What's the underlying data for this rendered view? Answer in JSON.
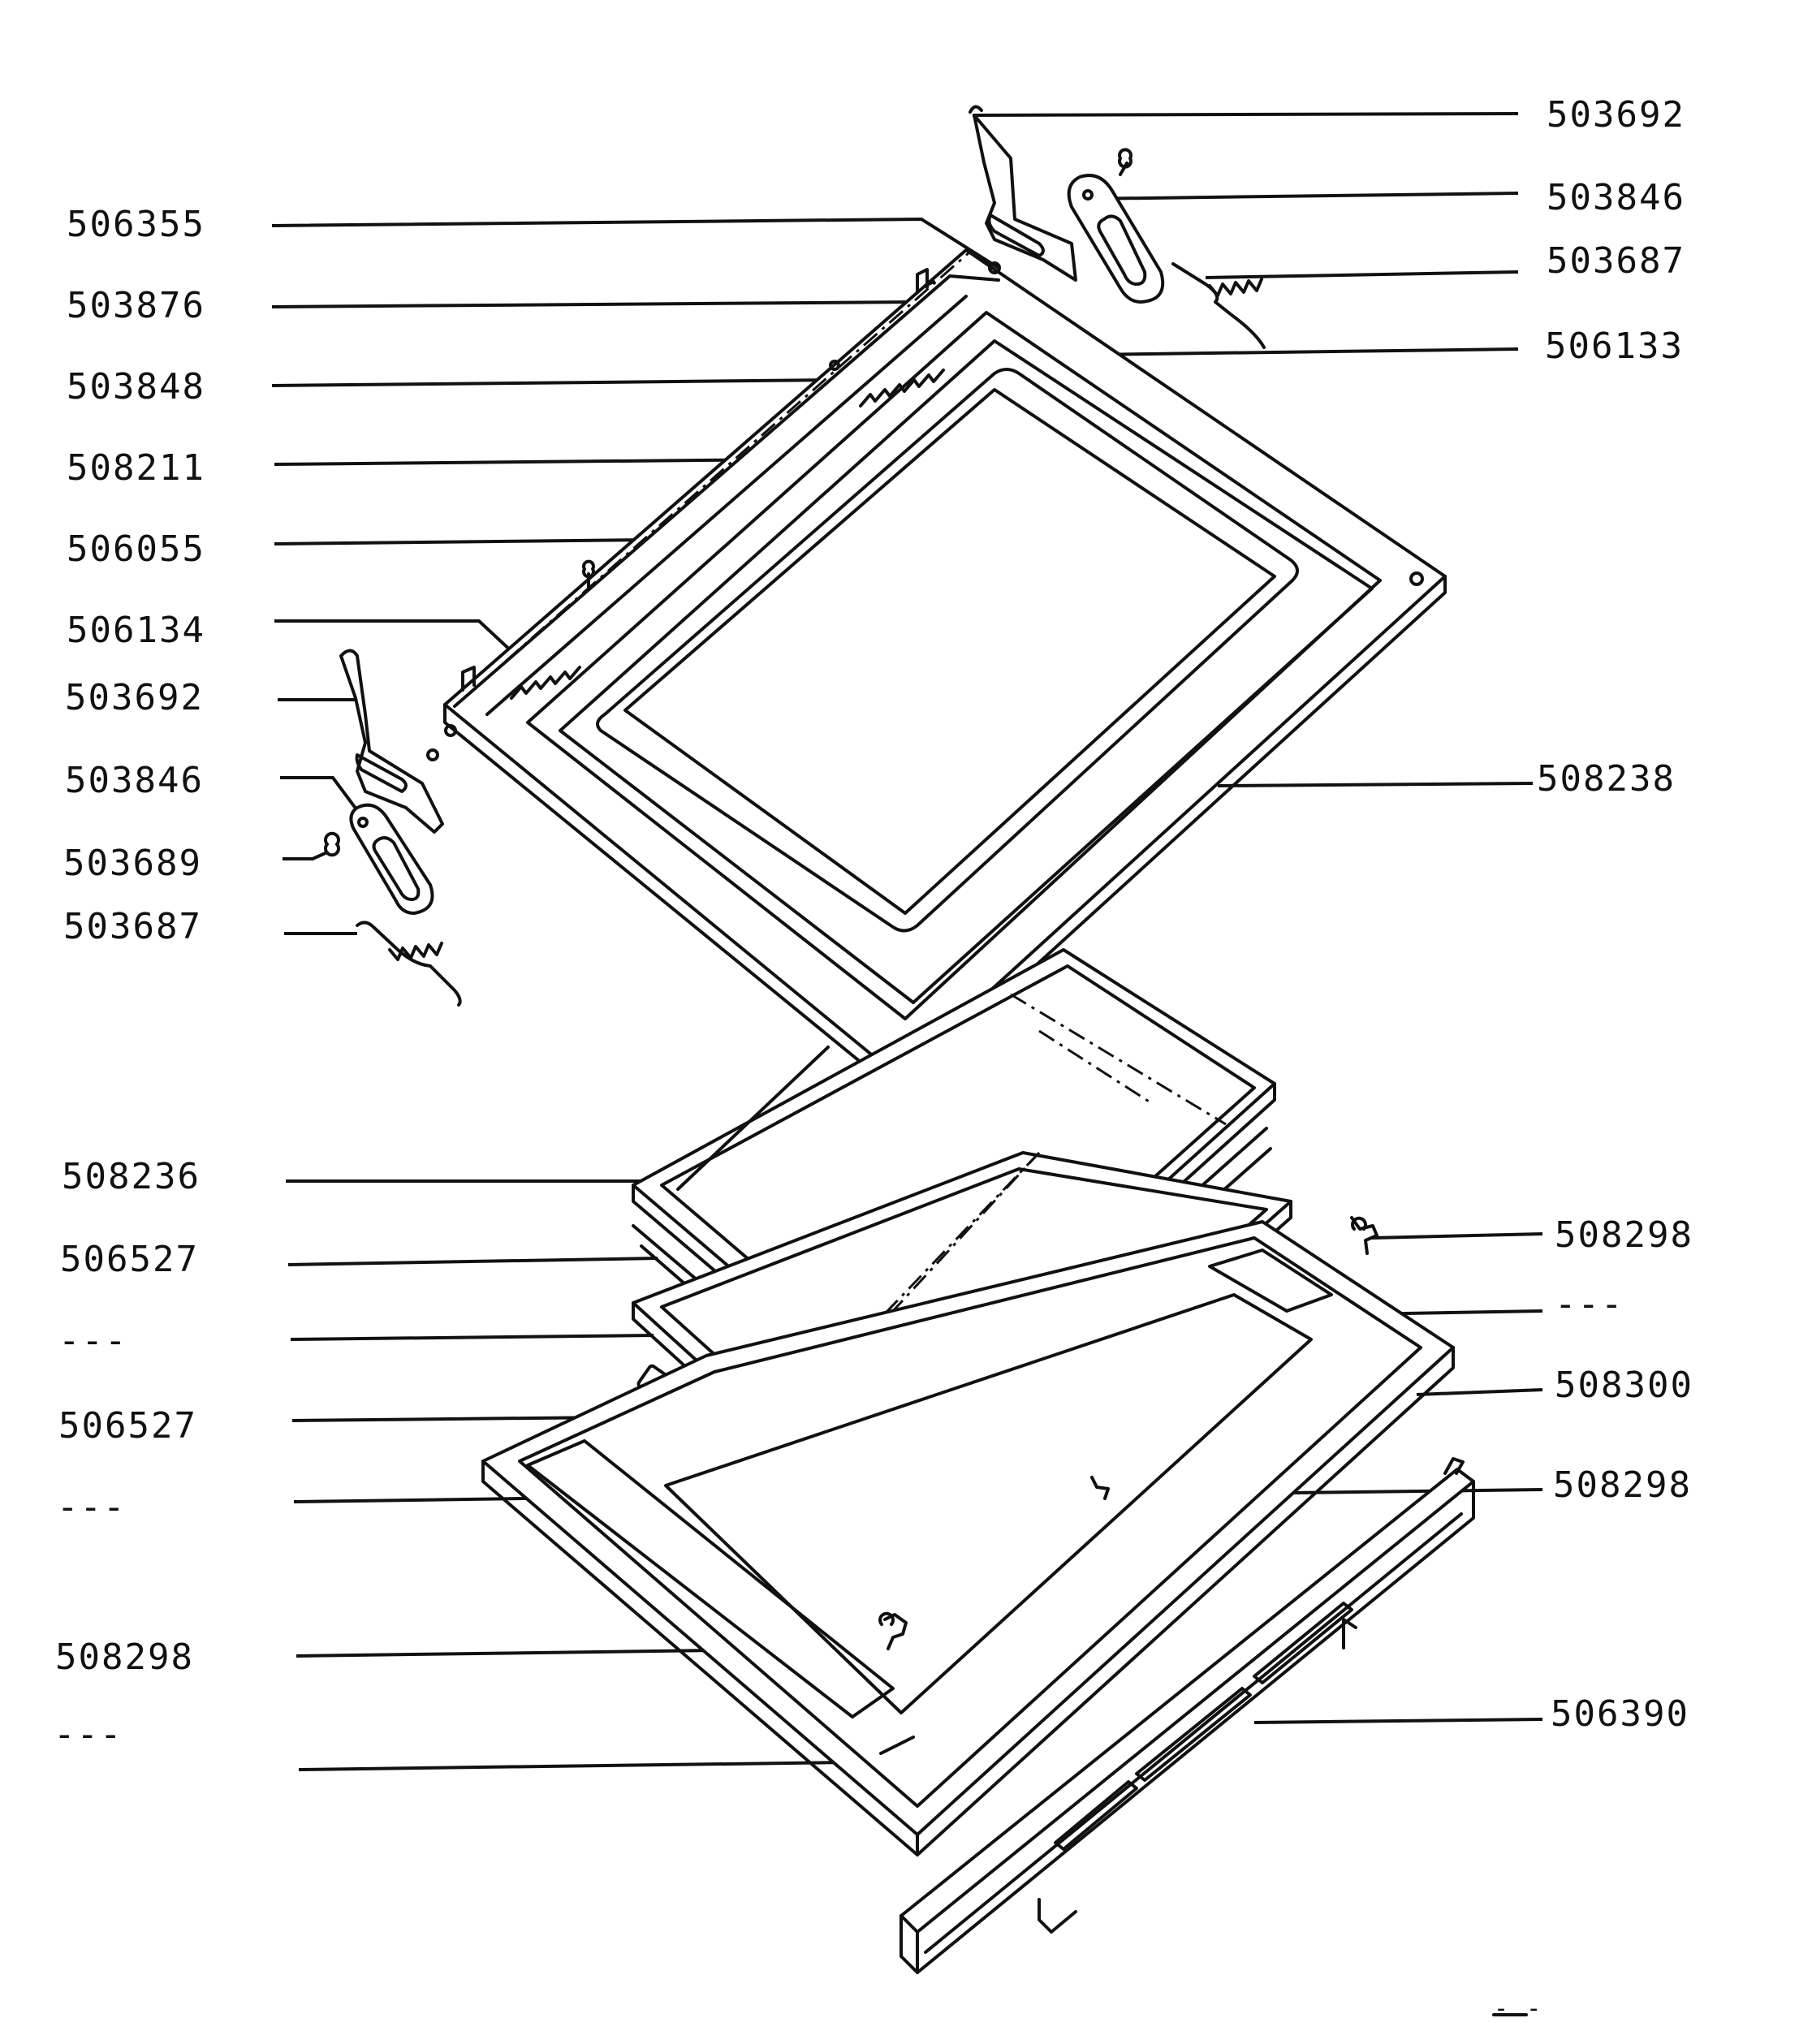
{
  "diagram": {
    "left_labels": [
      {
        "id": "l1",
        "text": "506355"
      },
      {
        "id": "l2",
        "text": "503876"
      },
      {
        "id": "l3",
        "text": "503848"
      },
      {
        "id": "l4",
        "text": "508211"
      },
      {
        "id": "l5",
        "text": "506055"
      },
      {
        "id": "l6",
        "text": "506134"
      },
      {
        "id": "l7",
        "text": "503692"
      },
      {
        "id": "l8",
        "text": "503846"
      },
      {
        "id": "l9",
        "text": "503689"
      },
      {
        "id": "l10",
        "text": "503687"
      },
      {
        "id": "l11",
        "text": "508236"
      },
      {
        "id": "l12",
        "text": "506527"
      },
      {
        "id": "l13",
        "text": "---"
      },
      {
        "id": "l14",
        "text": "506527"
      },
      {
        "id": "l15",
        "text": "---"
      },
      {
        "id": "l16",
        "text": "508298"
      },
      {
        "id": "l17",
        "text": "---"
      }
    ],
    "right_labels": [
      {
        "id": "r1",
        "text": "503692"
      },
      {
        "id": "r2",
        "text": "503846"
      },
      {
        "id": "r3",
        "text": "503687"
      },
      {
        "id": "r4",
        "text": "506133"
      },
      {
        "id": "r5",
        "text": "508238"
      },
      {
        "id": "r6",
        "text": "508298"
      },
      {
        "id": "r7",
        "text": "---"
      },
      {
        "id": "r8",
        "text": "508300"
      },
      {
        "id": "r9",
        "text": "508298"
      },
      {
        "id": "r10",
        "text": "506390"
      }
    ],
    "corner_mark": "- -"
  }
}
